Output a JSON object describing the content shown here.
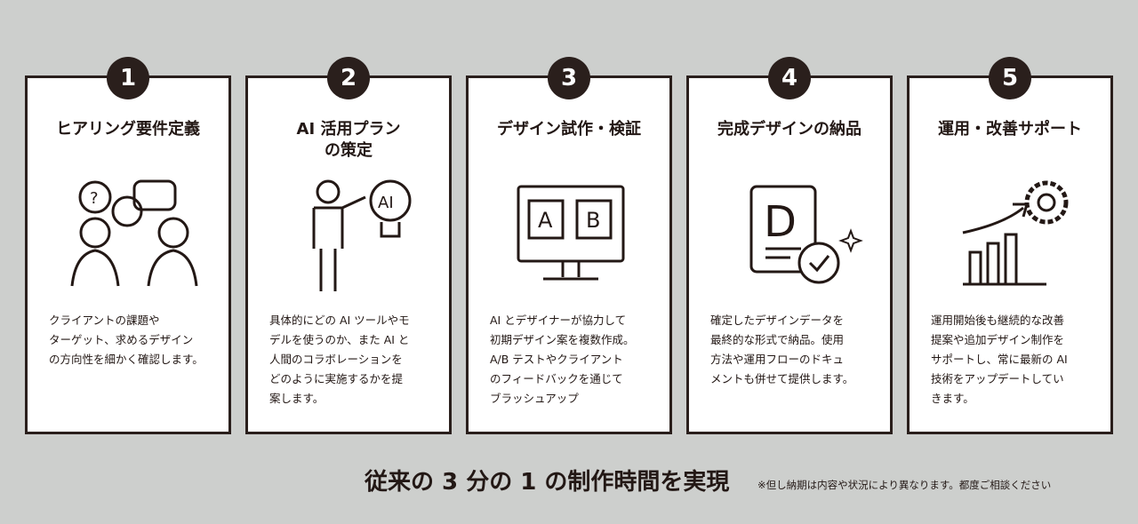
{
  "steps": [
    {
      "number": "1",
      "title": "ヒアリング要件定義",
      "icon": "consultation-icon",
      "description": "クライアントの課題や\nターゲット、求めるデザイン\nの方向性を細かく確認します。"
    },
    {
      "number": "2",
      "title": "AI 活用プラン\nの策定",
      "icon": "ai-lightbulb-icon",
      "icon_text": "AI",
      "description": "具体的にどの AI ツールやモ\nデルを使うのか、また AI と\n人間のコラボレーションを\nどのように実施するかを提\n案します。"
    },
    {
      "number": "3",
      "title": "デザイン試作・検証",
      "icon": "ab-test-monitor-icon",
      "icon_text_a": "A",
      "icon_text_b": "B",
      "description": "AI とデザイナーが協力して\n初期デザイン案を複数作成。\nA/B テストやクライアント\nのフィードバックを通じて\nブラッシュアップ"
    },
    {
      "number": "4",
      "title": "完成デザインの納品",
      "icon": "document-check-icon",
      "icon_text": "D",
      "description": "確定したデザインデータを\n最終的な形式で納品。使用\n方法や運用フローのドキュ\nメントも併せて提供します。"
    },
    {
      "number": "5",
      "title": "運用・改善サポート",
      "icon": "growth-gear-icon",
      "description": "運用開始後も継続的な改善\n提案や追加デザイン制作を\nサポートし、常に最新の AI\n技術をアップデートしてい\nきます。"
    }
  ],
  "footer": {
    "headline": "従来の 3 分の 1 の制作時間を実現",
    "note": "※但し納期は内容や状況により異なります。都度ご相談ください"
  },
  "colors": {
    "background": "#cdcfcd",
    "dark": "#231815"
  }
}
